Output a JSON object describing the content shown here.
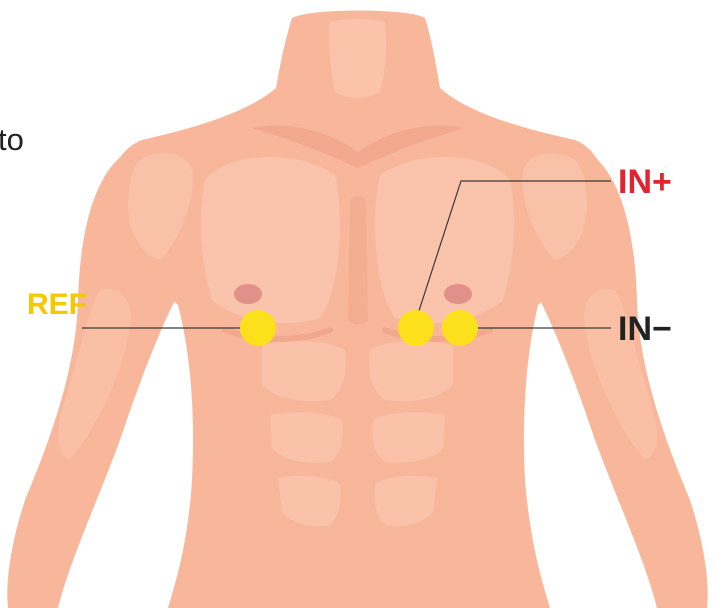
{
  "cut_text": "to",
  "electrodes": [
    {
      "id": "ref",
      "label": "REF"
    },
    {
      "id": "in-plus",
      "label": "IN+"
    },
    {
      "id": "in-minus",
      "label": "IN−"
    }
  ],
  "colors": {
    "skin": "#f8b79a",
    "skin_light": "#fac6ae",
    "skin_shadow": "#ec9f84",
    "nipple": "#e2918a",
    "electrode": "#fde01c",
    "ref_label": "#f6c800",
    "in_plus_label": "#e1242f",
    "in_minus_label": "#222222",
    "leader_line": "#3a3a3a"
  }
}
